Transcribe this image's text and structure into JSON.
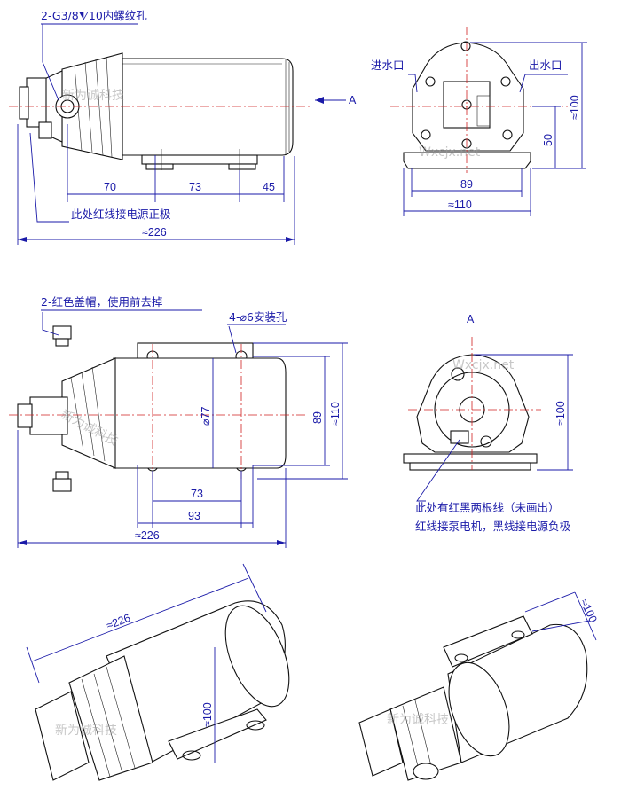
{
  "labels": {
    "thread": "2-G3/8⧨10内螺纹孔",
    "red_wire_positive": "此处红线接电源正极",
    "inlet": "进水口",
    "outlet": "出水口",
    "view_a_arrow": "A",
    "view_a_title": "A",
    "red_cap": "2-红色盖帽，使用前去掉",
    "mount_holes": "4-⌀6安装孔",
    "wires_note_1": "此处有红黑两根线（未画出）",
    "wires_note_2": "红线接泵电机，黑线接电源负极"
  },
  "dims": {
    "d70": "70",
    "d73a": "73",
    "d45": "45",
    "d226a": "≈226",
    "d89a": "89",
    "d110a": "≈110",
    "d50": "50",
    "d100a": "≈100",
    "d77": "⌀77",
    "d89b": "89",
    "d110b": "≈110",
    "d73b": "73",
    "d93": "93",
    "d226b": "≈226",
    "d100b": "≈100",
    "d226c": "≈226",
    "d100c": "≈100",
    "d100d": "≈100"
  },
  "watermarks": {
    "w1": "新为诚科技",
    "w2": "新为诚科技",
    "w3": "新为诚科技",
    "w4": "新为诚科技",
    "w5": "Wxcjx.net",
    "w6": "Wxcjx.net"
  }
}
